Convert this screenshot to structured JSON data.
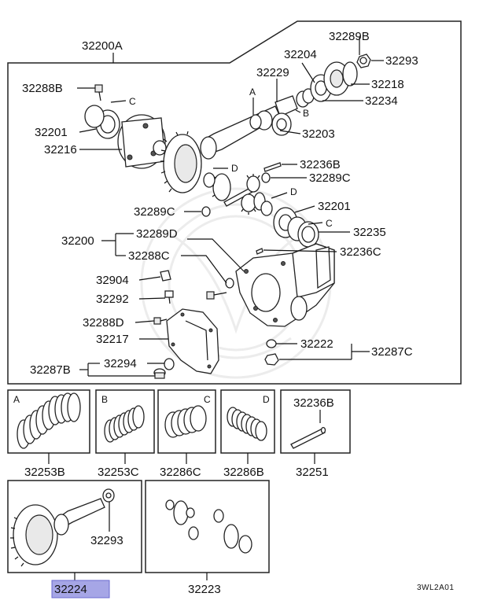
{
  "main_frame": {
    "assembly_label": "32200A",
    "labels": {
      "l32288B": "32288B",
      "lC1": "C",
      "l32201a": "32201",
      "l32216": "32216",
      "l32289B": "32289B",
      "l32204": "32204",
      "l32229": "32229",
      "l32293": "32293",
      "l32218": "32218",
      "l32234": "32234",
      "lA": "A",
      "lB": "B",
      "l32203": "32203",
      "lD1": "D",
      "l32236B": "32236B",
      "l32289C_r": "32289C",
      "lD2": "D",
      "l32289C_l": "32289C",
      "l32201b": "32201",
      "lC2": "C",
      "l32235": "32235",
      "l32200": "32200",
      "l32289D": "32289D",
      "l32288C": "32288C",
      "l32236C": "32236C",
      "l32904": "32904",
      "l32292": "32292",
      "l32288D": "32288D",
      "l32217": "32217",
      "l32222": "32222",
      "l32287C": "32287C",
      "l32287B": "32287B",
      "l32294": "32294"
    }
  },
  "kit_boxes": [
    {
      "letter": "A",
      "part": "32253B"
    },
    {
      "letter": "B",
      "part": "32253C"
    },
    {
      "letter": "C",
      "part": "32286C"
    },
    {
      "letter": "D",
      "part": "32286B"
    },
    {
      "letter": "",
      "part": "32251",
      "inner_label": "32236B"
    }
  ],
  "bottom_boxes": {
    "ring_gear_part": "32224",
    "ring_gear_inner_label": "32293",
    "diff_gears_part": "32223"
  },
  "diagram_code": "3WL2A01",
  "colors": {
    "highlight_fill": "#a6a6e6",
    "line": "#111111"
  }
}
